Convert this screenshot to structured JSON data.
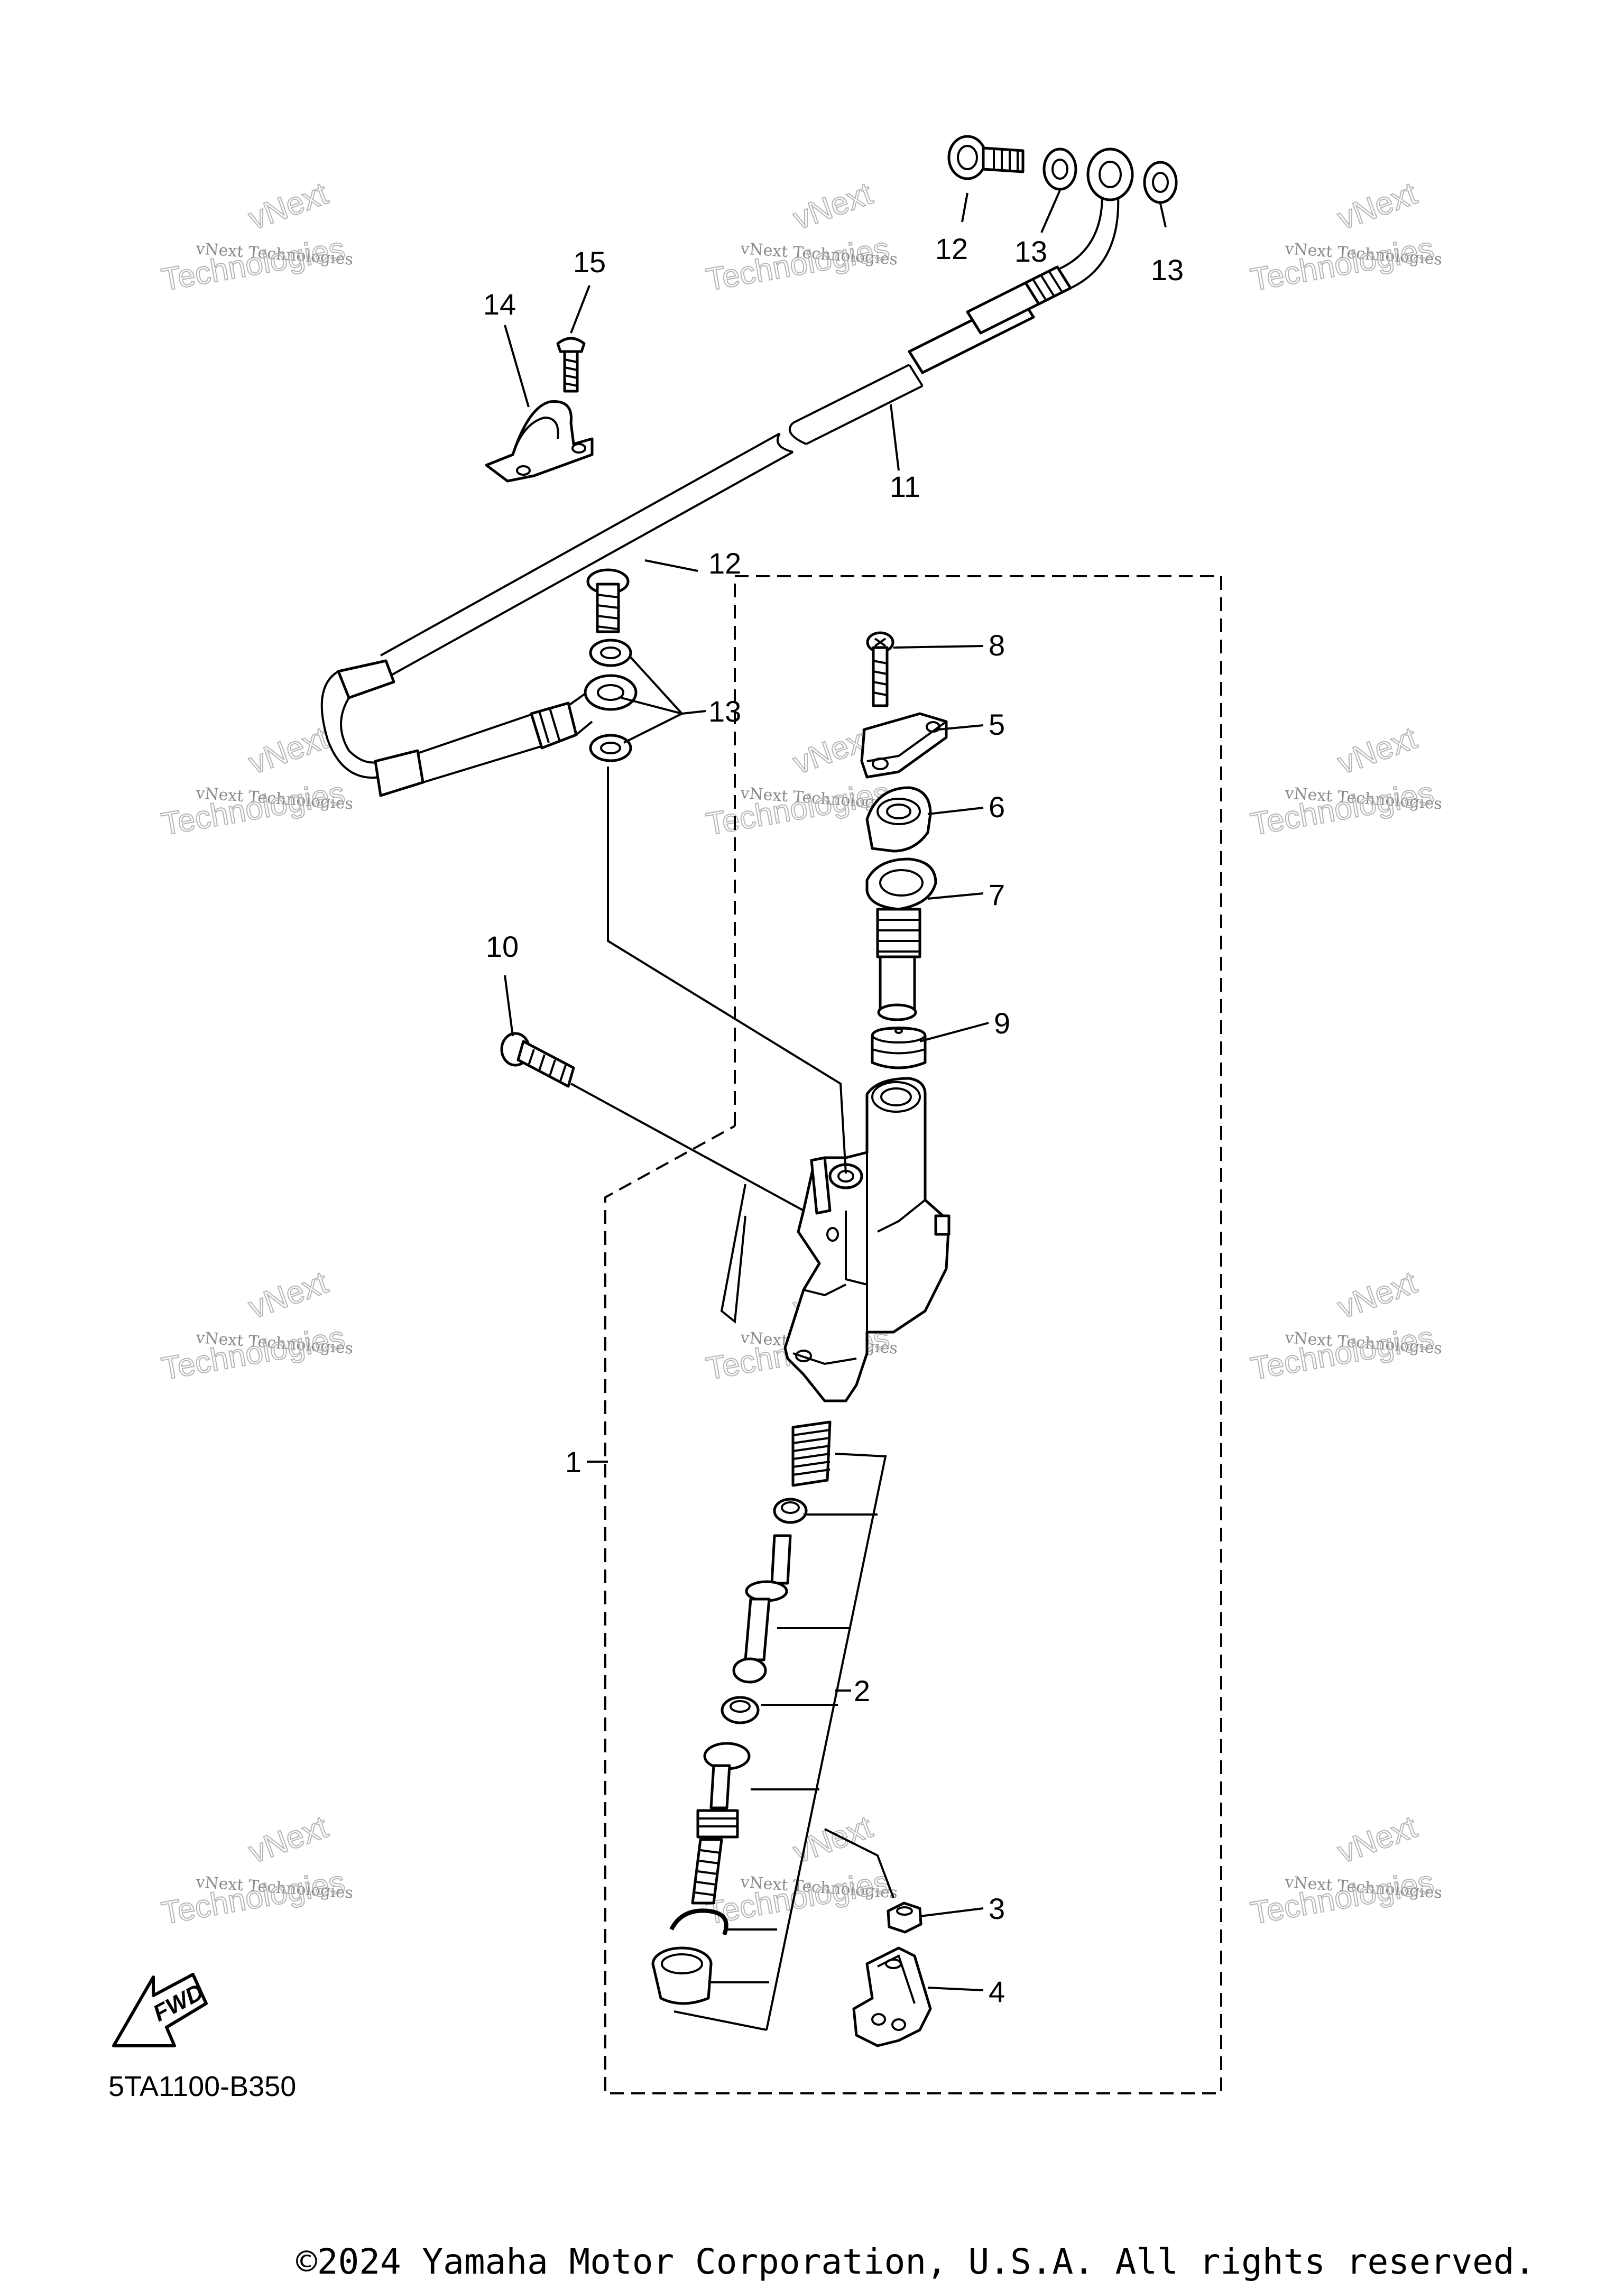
{
  "callouts": [
    {
      "id": "c15",
      "text": "15"
    },
    {
      "id": "c14",
      "text": "14"
    },
    {
      "id": "c12a",
      "text": "12"
    },
    {
      "id": "c13a",
      "text": "13"
    },
    {
      "id": "c13b",
      "text": "13"
    },
    {
      "id": "c11",
      "text": "11"
    },
    {
      "id": "c12b",
      "text": "12"
    },
    {
      "id": "c13c",
      "text": "13"
    },
    {
      "id": "c8",
      "text": "8"
    },
    {
      "id": "c5",
      "text": "5"
    },
    {
      "id": "c6",
      "text": "6"
    },
    {
      "id": "c7",
      "text": "7"
    },
    {
      "id": "c9",
      "text": "9"
    },
    {
      "id": "c10",
      "text": "10"
    },
    {
      "id": "c1",
      "text": "1"
    },
    {
      "id": "c2",
      "text": "2"
    },
    {
      "id": "c3",
      "text": "3"
    },
    {
      "id": "c4",
      "text": "4"
    }
  ],
  "watermark": {
    "line1": "vNext",
    "line2": "vNext Technologies",
    "line3": "Technologies"
  },
  "fwd_label": "FWD",
  "diagram_code": "5TA1100-B350",
  "copyright": "©2024 Yamaha Motor Corporation, U.S.A. All rights reserved."
}
